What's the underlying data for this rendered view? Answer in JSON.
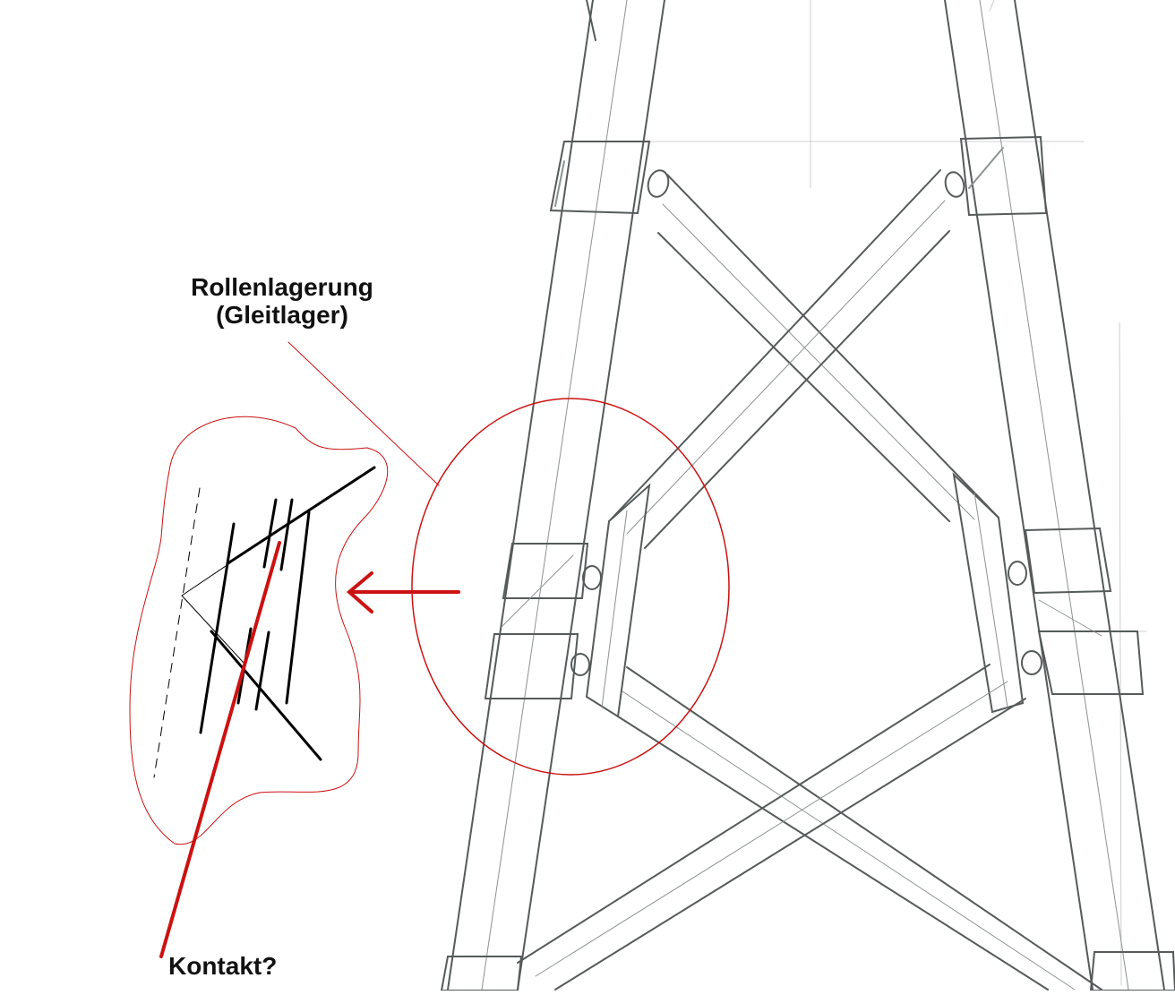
{
  "annotations": {
    "bearing_line1": "Rollenlagerung",
    "bearing_line2": "(Gleitlager)",
    "contact": "Kontakt?"
  },
  "colors": {
    "pencil": "#555a5a",
    "ink": "#000000",
    "highlight": "#cc1111"
  }
}
